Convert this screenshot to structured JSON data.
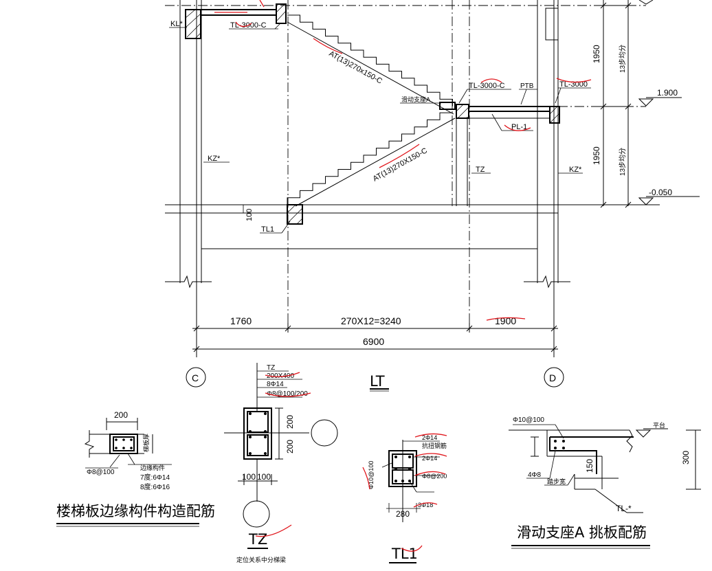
{
  "beam_labels": {
    "kl": "KL*",
    "tl_top_left": "TL-3000-C",
    "tl_mid": "TL-3000-C",
    "ptb": "PTB",
    "tl_right": "TL-3000",
    "pl": "PL-1",
    "sliding_support": "滑动支座A",
    "tl1": "TL1",
    "tz": "TZ",
    "kz_left": "KZ*",
    "kz_right": "KZ*",
    "dim_100": "100"
  },
  "flights": {
    "upper": "AT(13)270x150-C",
    "lower": "AT(13)270X150-C"
  },
  "levels": {
    "upper": "1.900",
    "lower": "-0.050"
  },
  "vertical_dims": {
    "upper": "1950",
    "upper_steps": "13步均分",
    "lower": "1950",
    "lower_steps": "13步均分"
  },
  "horizontal_dims": {
    "d1": "1760",
    "d2": "270X12=3240",
    "d3": "1900",
    "total": "6900"
  },
  "axes": {
    "left": "C",
    "right": "D"
  },
  "section_name": "LT",
  "edge_detail": {
    "dim_width": "200",
    "thickness": "梯板厚",
    "stirrup": "Φ8@100",
    "member": "边缘构件",
    "deg7": "7度:6Φ14",
    "deg8": "8度:6Φ16",
    "title": "楼梯板边缘构件构造配筋"
  },
  "tz_detail": {
    "name": "TZ",
    "size": "200X400",
    "main_bar": "8Φ14",
    "stirrup": "Φ8@100/200",
    "dim_a": "200",
    "dim_b": "200",
    "dim_c": "100",
    "dim_d": "100",
    "title": "TZ",
    "note": "定位关系中分梯梁"
  },
  "tl1_detail": {
    "top_bar": "2Φ14",
    "side_label": "抗扭钢筋",
    "side_bar": "2Φ14",
    "stirrup": "Φ8@200",
    "left_bar": "Φ10@100",
    "bottom_bar": "3Φ18",
    "width": "280",
    "title": "TL1"
  },
  "support_detail": {
    "top_bar": "Φ10@100",
    "platform": "平台",
    "height": "300",
    "bars": "4Φ8",
    "step_width": "踏步宽",
    "dim_150": "150",
    "beam": "TL-*",
    "title": "滑动支座A 挑板配筋"
  }
}
